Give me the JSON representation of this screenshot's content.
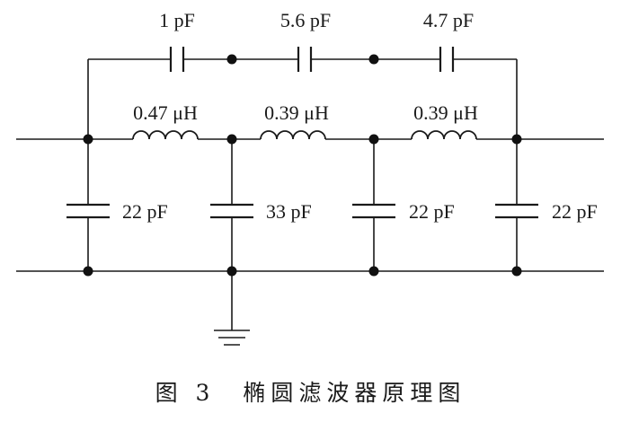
{
  "figure": {
    "caption": "图 3　椭圆滤波器原理图"
  },
  "components": {
    "series_capacitors": [
      {
        "label": "1 pF"
      },
      {
        "label": "5.6 pF"
      },
      {
        "label": "4.7 pF"
      }
    ],
    "inductors": [
      {
        "label": "0.47 μH"
      },
      {
        "label": "0.39 μH"
      },
      {
        "label": "0.39 μH"
      }
    ],
    "shunt_capacitors": [
      {
        "label": "22 pF"
      },
      {
        "label": "33 pF"
      },
      {
        "label": "22 pF"
      },
      {
        "label": "22 pF"
      }
    ]
  }
}
